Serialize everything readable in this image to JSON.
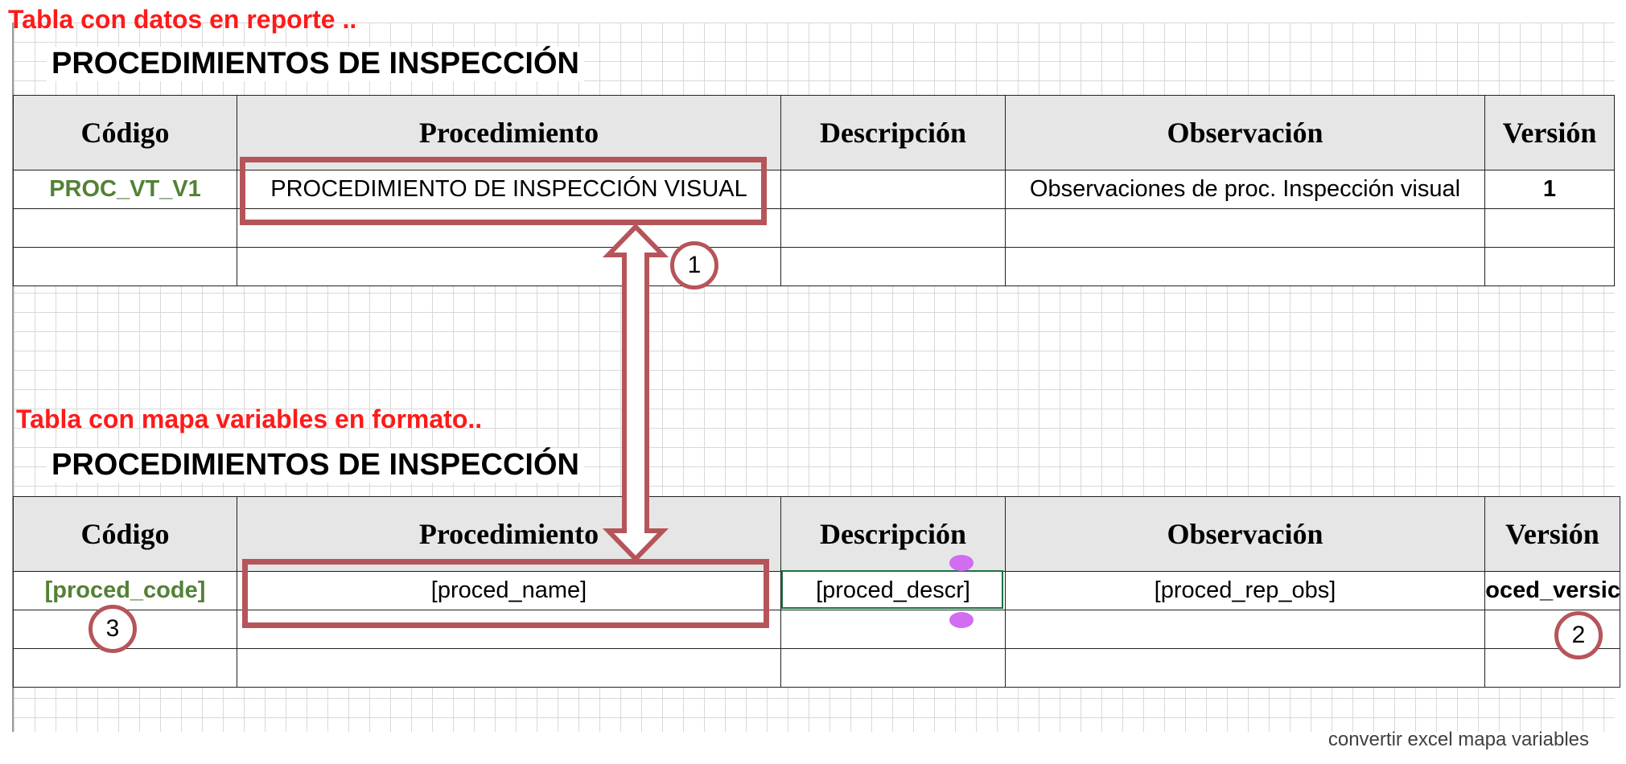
{
  "annotations": {
    "top_label": "Tabla con datos en reporte ..",
    "bottom_label": "Tabla con mapa variables en formato..",
    "callouts": [
      "1",
      "2",
      "3"
    ],
    "caption": "convertir excel mapa variables"
  },
  "report_table": {
    "title": "PROCEDIMIENTOS DE INSPECCIÓN",
    "headers": [
      "Código",
      "Procedimiento",
      "Descripción",
      "Observación",
      "Versión"
    ],
    "rows": [
      [
        "PROC_VT_V1",
        "PROCEDIMIENTO DE INSPECCIÓN VISUAL",
        "",
        "Observaciones de proc. Inspección visual",
        "1"
      ],
      [
        "",
        "",
        "",
        "",
        ""
      ],
      [
        "",
        "",
        "",
        "",
        ""
      ]
    ]
  },
  "template_table": {
    "title": "PROCEDIMIENTOS DE INSPECCIÓN",
    "headers": [
      "Código",
      "Procedimiento",
      "Descripción",
      "Observación",
      "Versión"
    ],
    "rows": [
      [
        "[proced_code]",
        "[proced_name]",
        "[proced_descr]",
        "[proced_rep_obs]",
        "roced_versic"
      ],
      [
        "",
        "",
        "",
        "",
        ""
      ],
      [
        "",
        "",
        "",
        "",
        ""
      ]
    ]
  },
  "colors": {
    "annotation_red": "#ff1a1a",
    "highlight": "#b5555a",
    "code_green": "#538135",
    "header_fill": "#e6e6e6",
    "selection_green": "#1e7145",
    "selection_handle": "#d26cf0"
  }
}
